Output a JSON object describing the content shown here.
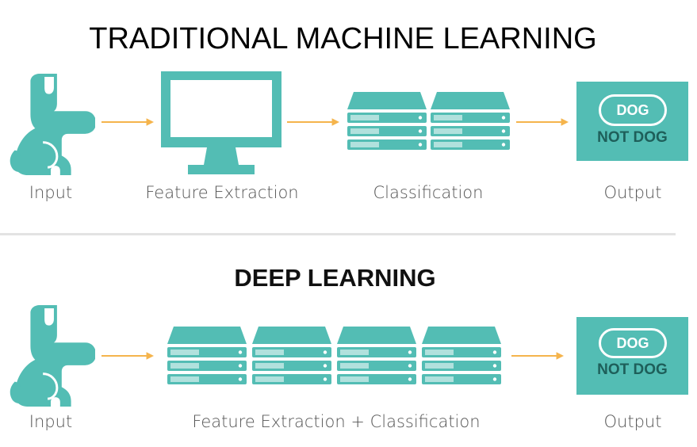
{
  "traditional": {
    "title": "TRADITIONAL MACHINE LEARNING",
    "steps": [
      "Input",
      "Feature Extraction",
      "Classification",
      "Output"
    ]
  },
  "deep": {
    "title": "DEEP LEARNING",
    "steps": [
      "Input",
      "Feature Extraction + Classification",
      "Output"
    ]
  },
  "output_box": {
    "label_in_pill": "DOG",
    "label_below": "NOT DOG"
  },
  "colors": {
    "teal": "#53bdb4",
    "teal_dark": "#4aa9a1",
    "arrow": "#f5b44c",
    "notdog_text": "#1e5f5a"
  },
  "icons": [
    "dog-icon",
    "monitor-icon",
    "server-stack-icon",
    "arrow-right-icon"
  ]
}
